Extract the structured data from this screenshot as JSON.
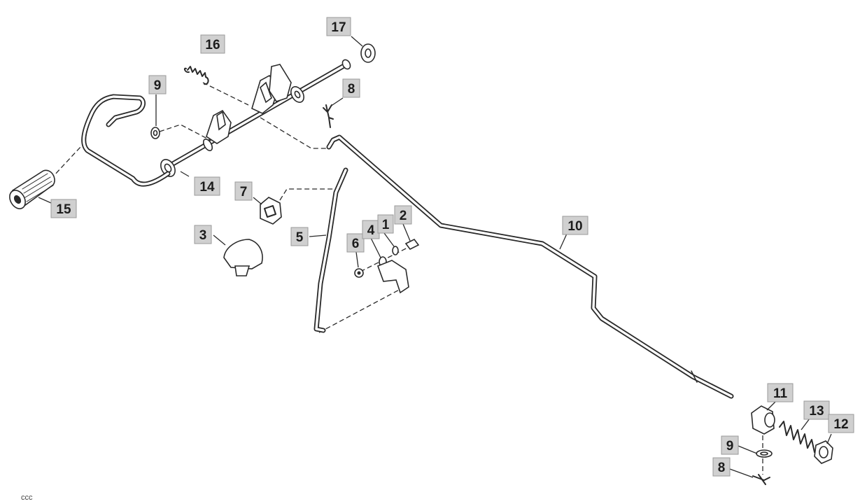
{
  "diagram": {
    "corner_mark": "ccc",
    "callouts": [
      {
        "id": "c17",
        "label": "17"
      },
      {
        "id": "c16",
        "label": "16"
      },
      {
        "id": "c9a",
        "label": "9"
      },
      {
        "id": "c8a",
        "label": "8"
      },
      {
        "id": "c14",
        "label": "14"
      },
      {
        "id": "c15",
        "label": "15"
      },
      {
        "id": "c7",
        "label": "7"
      },
      {
        "id": "c3",
        "label": "3"
      },
      {
        "id": "c5",
        "label": "5"
      },
      {
        "id": "c6",
        "label": "6"
      },
      {
        "id": "c4",
        "label": "4"
      },
      {
        "id": "c1",
        "label": "1"
      },
      {
        "id": "c2",
        "label": "2"
      },
      {
        "id": "c10",
        "label": "10"
      },
      {
        "id": "c11",
        "label": "11"
      },
      {
        "id": "c13",
        "label": "13"
      },
      {
        "id": "c12",
        "label": "12"
      },
      {
        "id": "c9b",
        "label": "9"
      },
      {
        "id": "c8b",
        "label": "8"
      }
    ]
  }
}
